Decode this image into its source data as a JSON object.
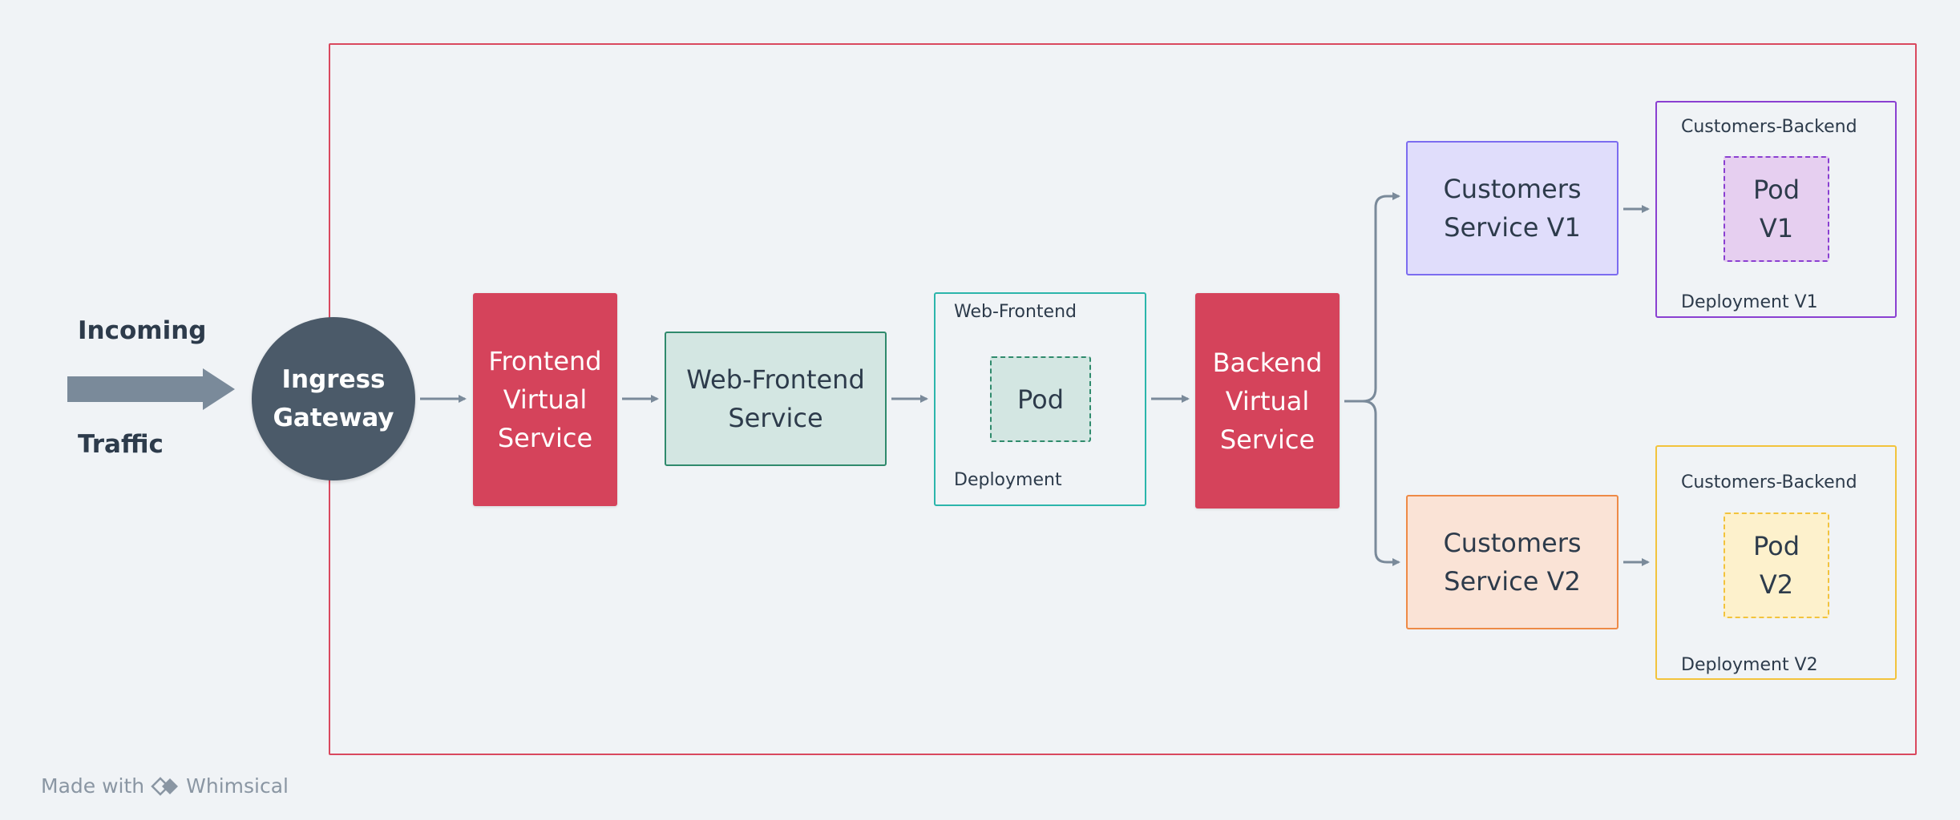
{
  "incoming_label": "Incoming",
  "traffic_label": "Traffic",
  "ingress_gateway": {
    "label": "Ingress\nGateway",
    "color": "#4b5a69"
  },
  "frontend_virtual_service": {
    "label": "Frontend\nVirtual\nService",
    "color": "#d5435b"
  },
  "web_frontend_service": {
    "label": "Web-Frontend\nService"
  },
  "web_frontend_deployment": {
    "title": "Web-Frontend",
    "pod_label": "Pod",
    "footer": "Deployment"
  },
  "backend_virtual_service": {
    "label": "Backend\nVirtual\nService",
    "color": "#d5435b"
  },
  "customers_service_v1": {
    "label": "Customers\nService V1"
  },
  "customers_service_v2": {
    "label": "Customers\nService V2"
  },
  "deployment_v1": {
    "title": "Customers-Backend",
    "pod_label": "Pod\nV1",
    "footer": "Deployment V1"
  },
  "deployment_v2": {
    "title": "Customers-Backend",
    "pod_label": "Pod\nV2",
    "footer": "Deployment V2"
  },
  "footer": {
    "made_with": "Made with",
    "brand": "Whimsical",
    "icon": "whimsical-logo-icon"
  },
  "colors": {
    "mesh_border": "#d9485e",
    "connector": "#7a8a9a",
    "background": "#f0f3f6"
  }
}
